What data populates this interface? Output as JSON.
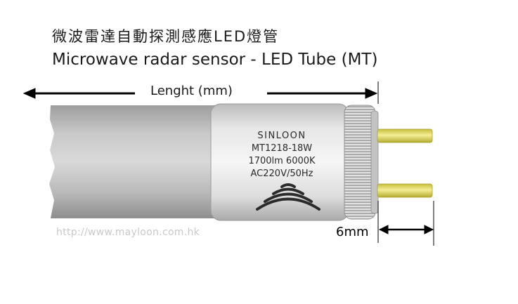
{
  "header": {
    "title_zh": "微波雷達自動探測感應LED燈管",
    "title_en": "Microwave radar sensor - LED Tube (MT)"
  },
  "dimension": {
    "length_label": "Lenght (mm)",
    "pin_label": "6mm"
  },
  "endcap": {
    "brand": "SINLOON",
    "model": "MT1218-18W",
    "lumen": "1700lm 6000K",
    "voltage": "AC220V/50Hz"
  },
  "footer": {
    "url": "http://www.mayloon.com.hk"
  },
  "colors": {
    "pin": "#e8e060",
    "text": "#1a1a1a",
    "url": "#c9c9c9"
  },
  "icons": {
    "sensor": "microwave-wave-icon"
  }
}
